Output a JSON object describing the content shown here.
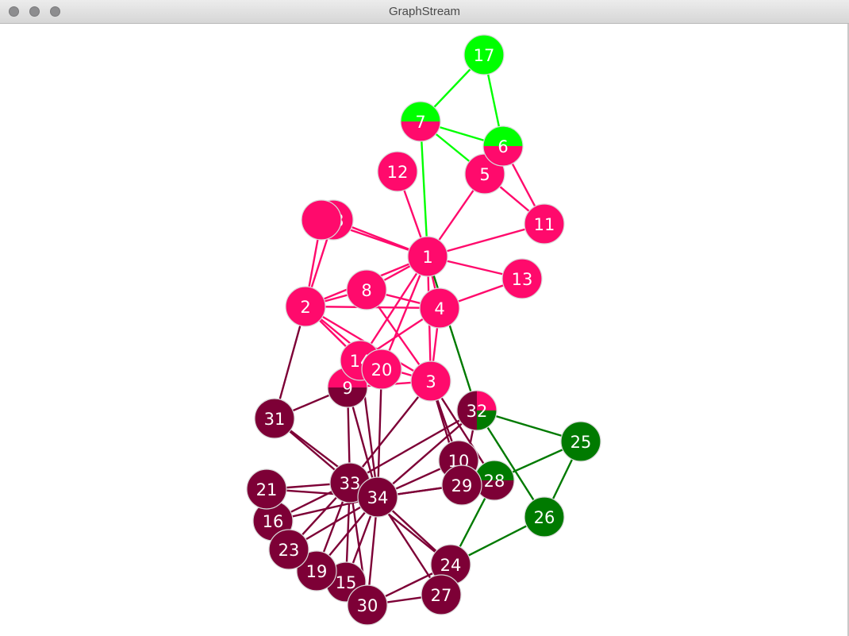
{
  "window": {
    "title": "GraphStream"
  },
  "colors": {
    "pink": "#ff0a6c",
    "maroon": "#7d0036",
    "bright_green": "#00ff00",
    "dark_green": "#007a00",
    "node_border": "#d9d9d9"
  },
  "graph": {
    "nodes": [
      {
        "id": "1",
        "label": "1",
        "fill": "pink"
      },
      {
        "id": "2",
        "label": "2",
        "fill": "pink"
      },
      {
        "id": "3",
        "label": "3",
        "fill": "pink"
      },
      {
        "id": "4",
        "label": "4",
        "fill": "pink"
      },
      {
        "id": "5",
        "label": "5",
        "fill": "pink"
      },
      {
        "id": "6",
        "label": "6",
        "fill": "split",
        "top": "bright_green",
        "bottom": "pink"
      },
      {
        "id": "7",
        "label": "7",
        "fill": "split",
        "top": "bright_green",
        "bottom": "pink"
      },
      {
        "id": "8",
        "label": "8",
        "fill": "pink"
      },
      {
        "id": "9",
        "label": "9",
        "fill": "split",
        "top": "pink",
        "bottom": "maroon"
      },
      {
        "id": "10",
        "label": "10",
        "fill": "maroon"
      },
      {
        "id": "11",
        "label": "11",
        "fill": "pink"
      },
      {
        "id": "12",
        "label": "12",
        "fill": "pink"
      },
      {
        "id": "13",
        "label": "13",
        "fill": "pink"
      },
      {
        "id": "14",
        "label": "14",
        "fill": "pink"
      },
      {
        "id": "15",
        "label": "15",
        "fill": "maroon"
      },
      {
        "id": "16",
        "label": "16",
        "fill": "maroon"
      },
      {
        "id": "17",
        "label": "17",
        "fill": "bright_green"
      },
      {
        "id": "18",
        "label": "18",
        "fill": "pink"
      },
      {
        "id": "19",
        "label": "19",
        "fill": "maroon"
      },
      {
        "id": "20",
        "label": "20",
        "fill": "pink"
      },
      {
        "id": "21",
        "label": "21",
        "fill": "maroon"
      },
      {
        "id": "22",
        "label": "",
        "fill": "pink"
      },
      {
        "id": "23",
        "label": "23",
        "fill": "maroon"
      },
      {
        "id": "24",
        "label": "24",
        "fill": "maroon"
      },
      {
        "id": "25",
        "label": "25",
        "fill": "dark_green"
      },
      {
        "id": "26",
        "label": "26",
        "fill": "dark_green"
      },
      {
        "id": "27",
        "label": "27",
        "fill": "maroon"
      },
      {
        "id": "28",
        "label": "28",
        "fill": "split",
        "top": "dark_green",
        "bottom": "maroon"
      },
      {
        "id": "29",
        "label": "29",
        "fill": "maroon"
      },
      {
        "id": "30",
        "label": "30",
        "fill": "maroon"
      },
      {
        "id": "31",
        "label": "31",
        "fill": "maroon"
      },
      {
        "id": "32",
        "label": "32",
        "fill": "quad",
        "colors": [
          "pink",
          "maroon",
          "dark_green",
          "maroon"
        ]
      },
      {
        "id": "33",
        "label": "33",
        "fill": "maroon"
      },
      {
        "id": "34",
        "label": "34",
        "fill": "maroon"
      }
    ],
    "edges": [
      [
        "1",
        "2",
        "pink"
      ],
      [
        "1",
        "3",
        "pink"
      ],
      [
        "1",
        "4",
        "pink"
      ],
      [
        "1",
        "5",
        "pink"
      ],
      [
        "1",
        "8",
        "pink"
      ],
      [
        "1",
        "11",
        "pink"
      ],
      [
        "1",
        "12",
        "pink"
      ],
      [
        "1",
        "13",
        "pink"
      ],
      [
        "1",
        "14",
        "pink"
      ],
      [
        "1",
        "18",
        "pink"
      ],
      [
        "1",
        "20",
        "pink"
      ],
      [
        "1",
        "22",
        "pink"
      ],
      [
        "1",
        "7",
        "bright_green"
      ],
      [
        "1",
        "32",
        "dark_green"
      ],
      [
        "2",
        "3",
        "pink"
      ],
      [
        "2",
        "4",
        "pink"
      ],
      [
        "2",
        "8",
        "pink"
      ],
      [
        "2",
        "14",
        "pink"
      ],
      [
        "2",
        "18",
        "pink"
      ],
      [
        "2",
        "20",
        "pink"
      ],
      [
        "2",
        "22",
        "pink"
      ],
      [
        "2",
        "31",
        "maroon"
      ],
      [
        "3",
        "4",
        "pink"
      ],
      [
        "3",
        "8",
        "pink"
      ],
      [
        "3",
        "9",
        "pink"
      ],
      [
        "3",
        "10",
        "maroon"
      ],
      [
        "3",
        "14",
        "pink"
      ],
      [
        "3",
        "28",
        "maroon"
      ],
      [
        "3",
        "29",
        "maroon"
      ],
      [
        "3",
        "33",
        "maroon"
      ],
      [
        "4",
        "8",
        "pink"
      ],
      [
        "4",
        "13",
        "pink"
      ],
      [
        "4",
        "14",
        "pink"
      ],
      [
        "5",
        "7",
        "bright_green"
      ],
      [
        "5",
        "11",
        "pink"
      ],
      [
        "6",
        "7",
        "bright_green"
      ],
      [
        "6",
        "11",
        "pink"
      ],
      [
        "6",
        "17",
        "bright_green"
      ],
      [
        "7",
        "17",
        "bright_green"
      ],
      [
        "9",
        "31",
        "maroon"
      ],
      [
        "9",
        "33",
        "maroon"
      ],
      [
        "9",
        "34",
        "maroon"
      ],
      [
        "10",
        "34",
        "maroon"
      ],
      [
        "14",
        "34",
        "maroon"
      ],
      [
        "15",
        "33",
        "maroon"
      ],
      [
        "15",
        "34",
        "maroon"
      ],
      [
        "16",
        "33",
        "maroon"
      ],
      [
        "16",
        "34",
        "maroon"
      ],
      [
        "19",
        "33",
        "maroon"
      ],
      [
        "19",
        "34",
        "maroon"
      ],
      [
        "20",
        "34",
        "maroon"
      ],
      [
        "21",
        "33",
        "maroon"
      ],
      [
        "21",
        "34",
        "maroon"
      ],
      [
        "23",
        "33",
        "maroon"
      ],
      [
        "23",
        "34",
        "maroon"
      ],
      [
        "24",
        "26",
        "dark_green"
      ],
      [
        "24",
        "28",
        "dark_green"
      ],
      [
        "24",
        "30",
        "maroon"
      ],
      [
        "24",
        "33",
        "maroon"
      ],
      [
        "24",
        "34",
        "maroon"
      ],
      [
        "25",
        "26",
        "dark_green"
      ],
      [
        "25",
        "28",
        "dark_green"
      ],
      [
        "25",
        "32",
        "dark_green"
      ],
      [
        "26",
        "32",
        "dark_green"
      ],
      [
        "27",
        "30",
        "maroon"
      ],
      [
        "27",
        "34",
        "maroon"
      ],
      [
        "28",
        "34",
        "maroon"
      ],
      [
        "29",
        "32",
        "maroon"
      ],
      [
        "29",
        "34",
        "maroon"
      ],
      [
        "30",
        "33",
        "maroon"
      ],
      [
        "30",
        "34",
        "maroon"
      ],
      [
        "31",
        "33",
        "maroon"
      ],
      [
        "31",
        "34",
        "maroon"
      ],
      [
        "32",
        "33",
        "maroon"
      ],
      [
        "32",
        "34",
        "maroon"
      ],
      [
        "33",
        "34",
        "maroon"
      ]
    ]
  }
}
